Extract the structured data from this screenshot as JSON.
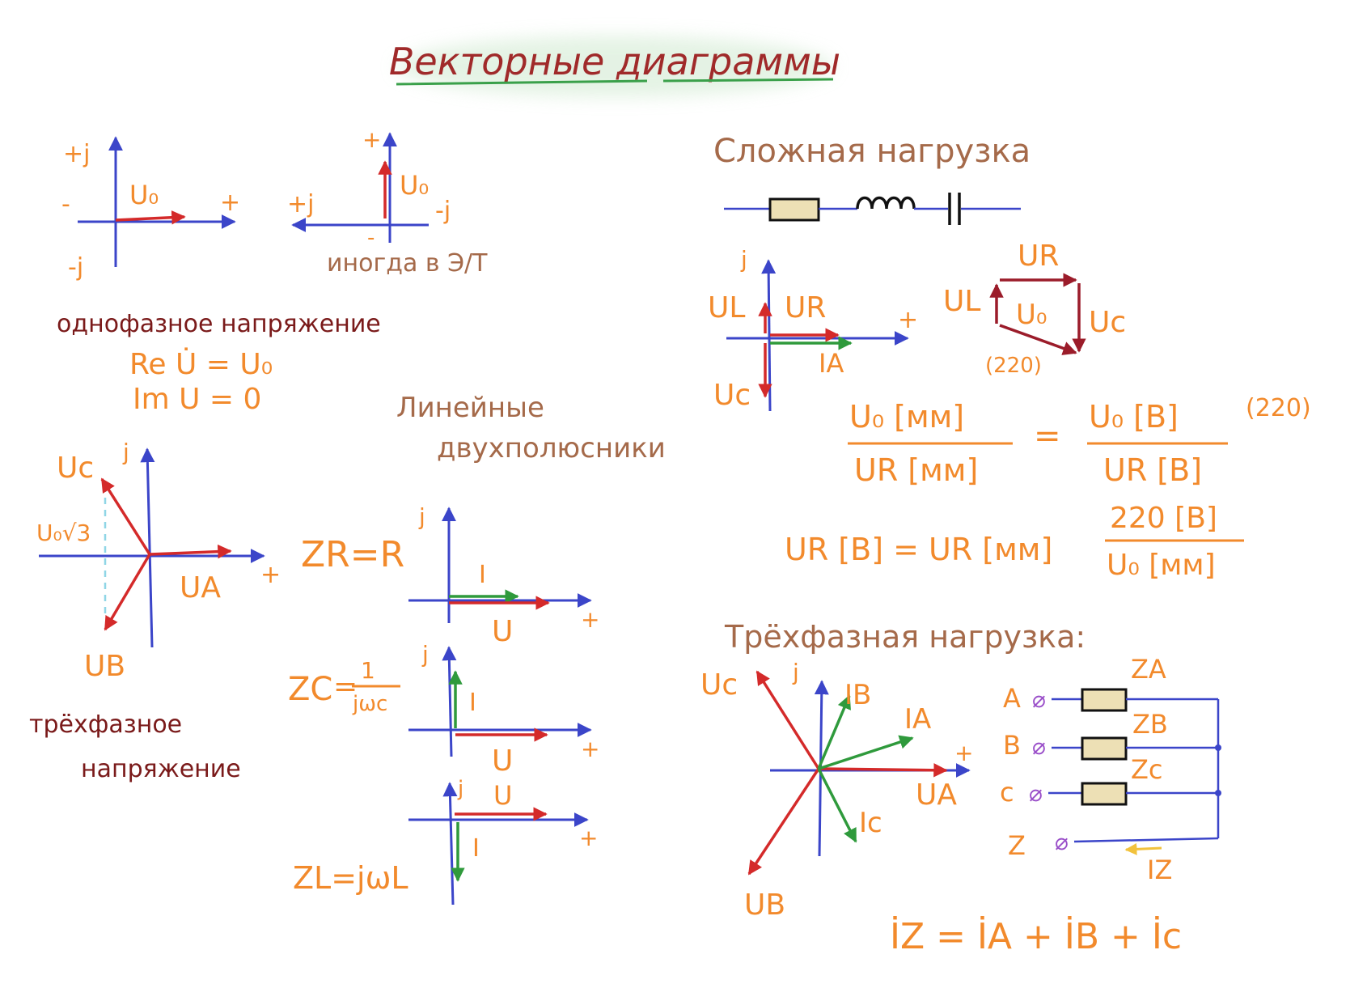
{
  "title": "Векторные диаграммы",
  "colors": {
    "orange": "#f28a2c",
    "brown": "#a56a4a",
    "dark_red": "#7a1a1a",
    "axis_blue": "#3b45c9",
    "vector_red": "#d42a2a",
    "vector_green": "#2f9a3c",
    "resistor_fill": "#ede0b5"
  },
  "single_phase": {
    "caption": "однофазное напряжение",
    "left_plot": {
      "plus_j": "+j",
      "minus": "-",
      "plus": "+",
      "minus_j": "-j",
      "vector": "U₀"
    },
    "right_plot": {
      "plus": "+",
      "plus_j": "+j",
      "minus_j": "-j",
      "minus": "-",
      "vector": "U₀",
      "note": "иногда в Э/Т"
    },
    "eq_re": "Re U̇ = U₀",
    "eq_im": "Im U = 0"
  },
  "three_phase_voltage": {
    "caption_1": "трёхфазное",
    "caption_2": "напряжение",
    "j": "j",
    "plus": "+",
    "uc": "Uc",
    "ua": "UA",
    "ub": "UB",
    "u0_sqrt3": "U₀√3"
  },
  "linear": {
    "heading_1": "Линейные",
    "heading_2": "двухполюсники",
    "r": {
      "formula": "ZR=R",
      "j": "j",
      "plus": "+",
      "i": "I",
      "u": "U"
    },
    "c": {
      "z": "ZC",
      "eq": "=",
      "num": "1",
      "den": "jωc",
      "j": "j",
      "plus": "+",
      "i": "I",
      "u": "U"
    },
    "l": {
      "formula": "ZL=jωL",
      "j": "j",
      "plus": "+",
      "i": "I",
      "u": "U"
    }
  },
  "complex_load": {
    "heading": "Сложная нагрузка",
    "plot": {
      "j": "j",
      "plus": "+",
      "ul": "UL",
      "ur": "UR",
      "uc": "Uc",
      "ia": "IA"
    },
    "triangle": {
      "ur": "UR",
      "ul": "UL",
      "u0": "U₀",
      "uc": "Uc",
      "value": "(220)"
    },
    "eq1": {
      "lhs_num": "U₀ [мм]",
      "lhs_den": "UR [мм]",
      "eq": "=",
      "rhs_num": "U₀ [B]",
      "rhs_den": "UR [B]",
      "note": "(220)"
    },
    "eq2": {
      "lhs": "UR [B] = UR [мм]",
      "num": "220 [B]",
      "den": "U₀ [мм]"
    }
  },
  "three_phase_load": {
    "heading": "Трёхфазная нагрузка:",
    "plot": {
      "j": "j",
      "plus": "+",
      "uc": "Uc",
      "ib": "IB",
      "ia": "IA",
      "ua": "UA",
      "ic": "Ic",
      "ub": "UB"
    },
    "circuit": {
      "phases": [
        {
          "node": "A",
          "z": "ZA"
        },
        {
          "node": "B",
          "z": "ZB"
        },
        {
          "node": "c",
          "z": "Zc"
        }
      ],
      "neutral_node": "Z",
      "neutral_current": "IZ"
    },
    "sum_equation": "İZ = İA + İB + İc"
  }
}
